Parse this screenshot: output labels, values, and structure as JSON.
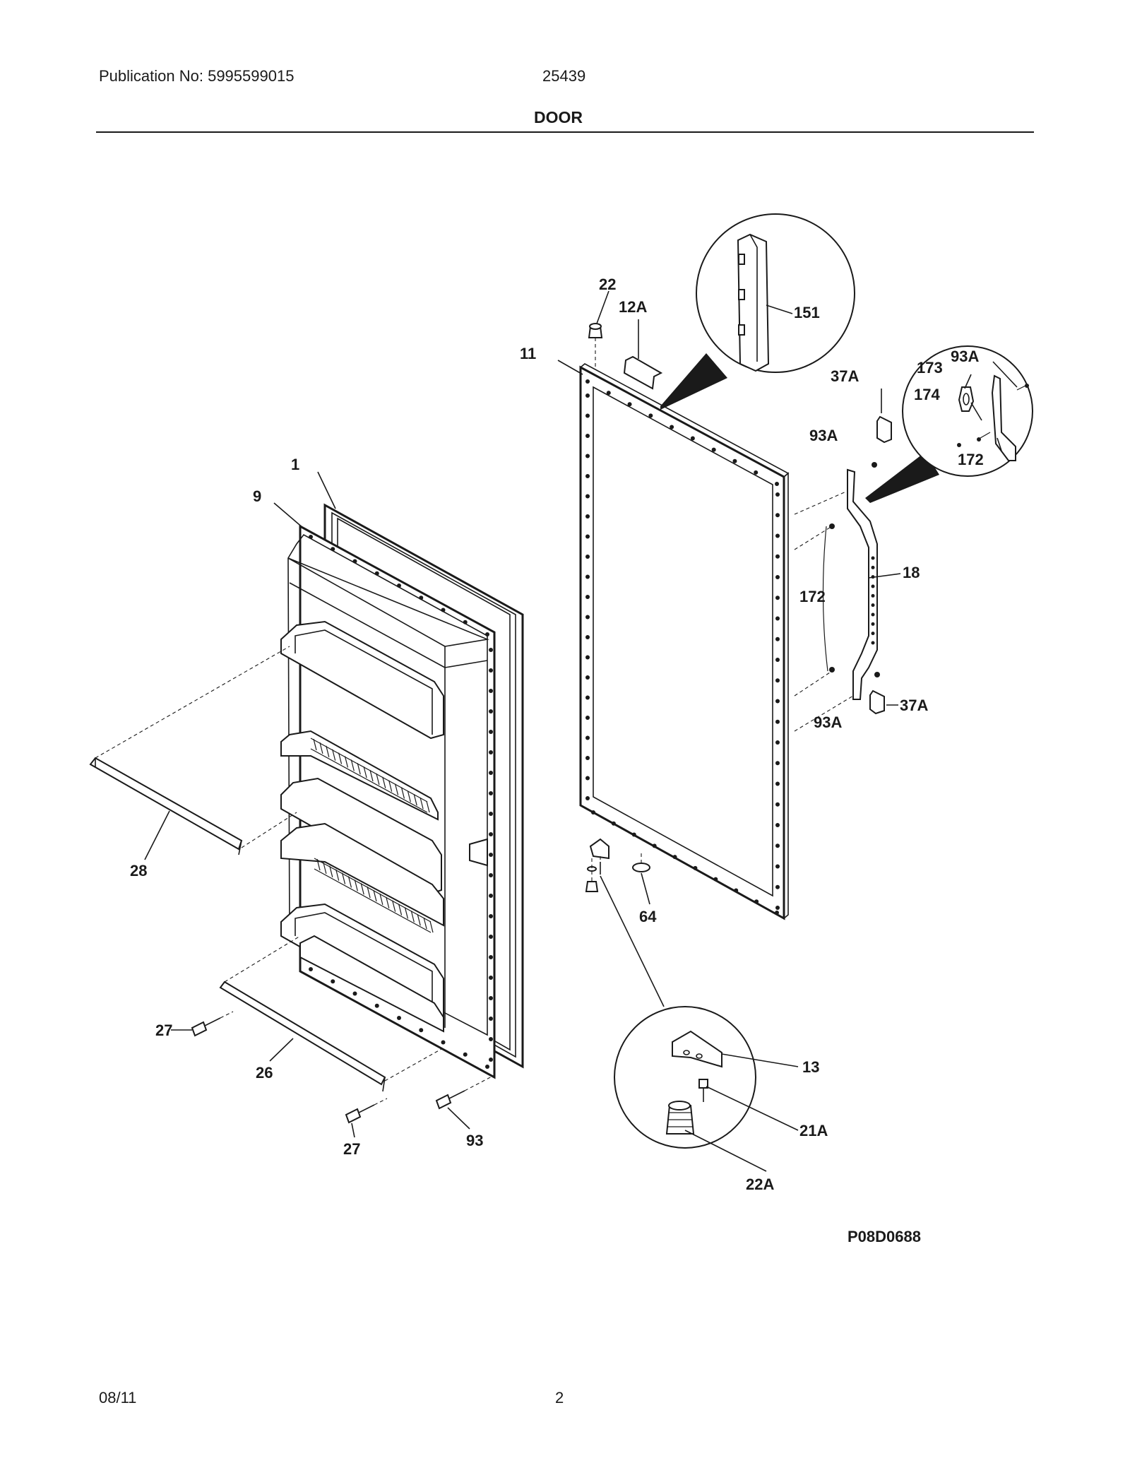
{
  "header": {
    "publication": "Publication No: 5995599015",
    "model": "25439",
    "section_title": "DOOR"
  },
  "footer": {
    "date": "08/11",
    "page": "2"
  },
  "diagram_code": "P08D0688",
  "callouts": {
    "c1": "1",
    "c9": "9",
    "c11": "11",
    "c12A": "12A",
    "c22": "22",
    "c151": "151",
    "c37A_top": "37A",
    "c93A_circle": "93A",
    "c173": "173",
    "c174": "174",
    "c172_circle": "172",
    "c93A_top": "93A",
    "c18": "18",
    "c172": "172",
    "c93A_bottom": "93A",
    "c37A_bottom": "37A",
    "c28": "28",
    "c27_left": "27",
    "c26": "26",
    "c27_bottom": "27",
    "c93": "93",
    "c64": "64",
    "c13": "13",
    "c21A": "21A",
    "c22A": "22A"
  }
}
